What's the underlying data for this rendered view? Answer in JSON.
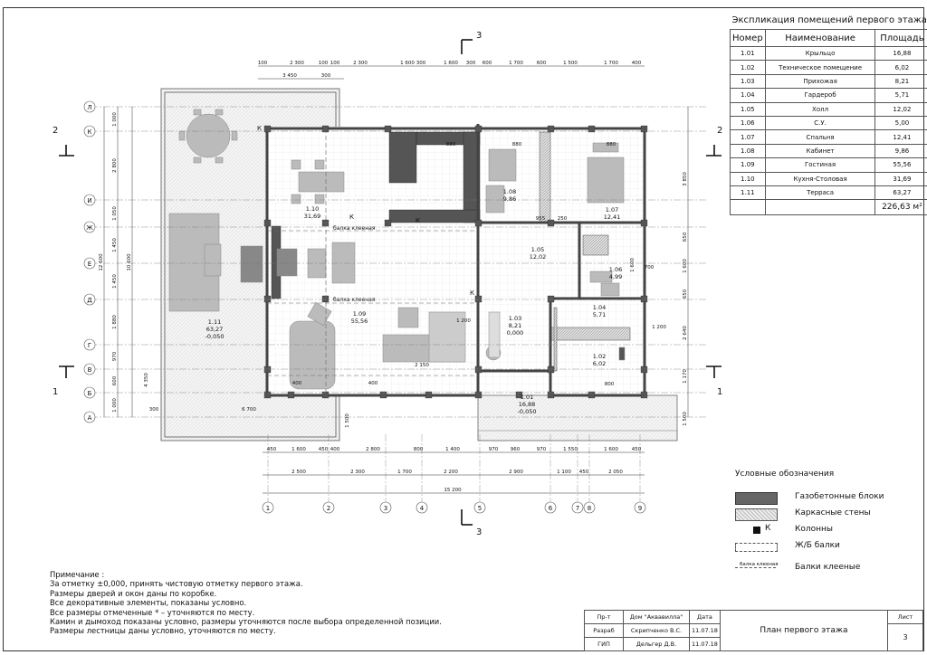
{
  "explication": {
    "title": "Экспликация помещений первого этажа",
    "headers": [
      "Номер",
      "Наименование",
      "Площадь"
    ],
    "rows": [
      {
        "num": "1.01",
        "name": "Крыльцо",
        "area": "16,88"
      },
      {
        "num": "1.02",
        "name": "Техническое помещение",
        "area": "6,02"
      },
      {
        "num": "1.03",
        "name": "Прихожая",
        "area": "8,21"
      },
      {
        "num": "1.04",
        "name": "Гардероб",
        "area": "5,71"
      },
      {
        "num": "1.05",
        "name": "Холл",
        "area": "12,02"
      },
      {
        "num": "1.06",
        "name": "С.У.",
        "area": "5,00"
      },
      {
        "num": "1.07",
        "name": "Спальня",
        "area": "12,41"
      },
      {
        "num": "1.08",
        "name": "Кабинет",
        "area": "9,86"
      },
      {
        "num": "1.09",
        "name": "Гостиная",
        "area": "55,56"
      },
      {
        "num": "1.10",
        "name": "Кухня-Столовая",
        "area": "31,69"
      },
      {
        "num": "1.11",
        "name": "Терраса",
        "area": "63,27"
      }
    ],
    "total": "226,63 м²"
  },
  "legend": {
    "title": "Условные обозначения",
    "items": [
      "Газобетонные блоки",
      "Каркасные стены",
      "Колонны",
      "Ж/Б балки",
      "Балки клееные"
    ],
    "column_mark": "К",
    "beam_mark": "балка клееная"
  },
  "notes": [
    "Примечание :",
    "За отметку ±0,000, принять чистовую отметку первого этажа.",
    "Размеры дверей и окон даны по коробке.",
    "Все декоративные элементы, показаны условно.",
    "Все размеры отмеченные * – уточняются по месту.",
    "Камин и дымоход показаны условно, размеры уточняются после выбора определенной позиции.",
    "Размеры лестницы даны условно, уточняются по месту."
  ],
  "stamp": {
    "col_role": "Пр-т",
    "col_project": "Дом \"Аквавилла\"",
    "col_date": "Дата",
    "col_sheet": "Лист",
    "r1_role": "Разраб",
    "r1_name": "Скрипченко В.С.",
    "r1_date": "11.07.18",
    "r2_role": "ГИП",
    "r2_name": "Дельгер Д.В.",
    "r2_date": "11.07.18",
    "title": "План первого этажа",
    "sheet": "3"
  },
  "plan": {
    "section_marks": [
      "3",
      "3",
      "2",
      "2",
      "1",
      "1"
    ],
    "rooms": [
      {
        "num": "1.10",
        "area": "31,69"
      },
      {
        "num": "1.08",
        "area": "9,86"
      },
      {
        "num": "1.07",
        "area": "12,41"
      },
      {
        "num": "1.05",
        "area": "12,02"
      },
      {
        "num": "1.06",
        "area": "4,99"
      },
      {
        "num": "1.11",
        "area": "63,27",
        "level": "-0,050"
      },
      {
        "num": "1.09",
        "area": "55,56"
      },
      {
        "num": "1.03",
        "area": "8,21",
        "level": "0,000"
      },
      {
        "num": "1.04",
        "area": "5,71"
      },
      {
        "num": "1.02",
        "area": "6,02"
      },
      {
        "num": "1.01",
        "area": "16,88",
        "level": "-0,050"
      }
    ],
    "beam_label": "балка клееная",
    "axes_v": [
      "1",
      "2",
      "3",
      "4",
      "5",
      "6",
      "7",
      "8",
      "9"
    ],
    "axes_h": [
      "Л",
      "К",
      "И",
      "Ж",
      "Е",
      "Д",
      "Г",
      "В",
      "Б",
      "А"
    ],
    "dims_top": [
      "100",
      "2 300",
      "100",
      "100",
      "2 300",
      "1 600",
      "300",
      "1 600",
      "300",
      "600",
      "1 700",
      "600",
      "1 500",
      "1 700",
      "400"
    ],
    "dims_top2": [
      "3 450",
      "300"
    ],
    "dims_bottom1": [
      "450",
      "1 600",
      "450",
      "400",
      "2 800",
      "800",
      "1 400",
      "970",
      "960",
      "970",
      "1 550",
      "1 600",
      "450"
    ],
    "dims_bottom2": [
      "2 500",
      "2 300",
      "1 700",
      "2 200",
      "2 900",
      "1 100",
      "450",
      "2 050"
    ],
    "dims_total": "15 200",
    "dims_left_outer": [
      "1 000",
      "2 800",
      "1 050",
      "1 450",
      "1 450",
      "1 880",
      "970",
      "600",
      "1 000"
    ],
    "dims_left_total": "12 600",
    "dims_left_inner": "10 600",
    "dims_right": [
      "3 850",
      "650",
      "1 600",
      "650",
      "2 640",
      "1 170",
      "1 500"
    ],
    "dims_misc": [
      "6 700",
      "4 350",
      "300",
      "1 500",
      "1 600",
      "700",
      "1 200",
      "800",
      "400",
      "400",
      "880",
      "880",
      "880",
      "955",
      "250",
      "1 200",
      "2 150"
    ]
  }
}
